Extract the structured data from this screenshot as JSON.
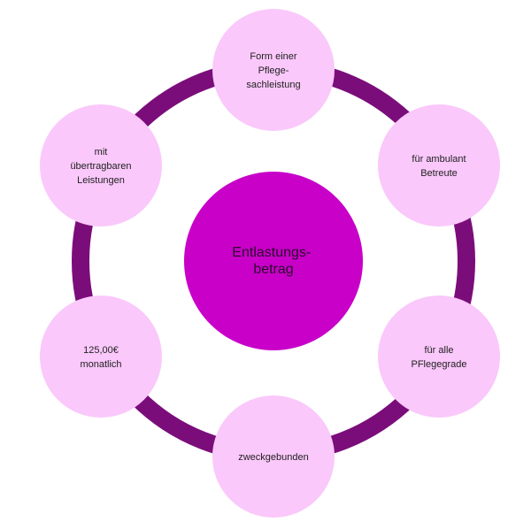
{
  "colors": {
    "ring": "#7b0d7b",
    "satellite_fill": "#fac8fa",
    "center_fill": "#c800c8",
    "background": "#ffffff"
  },
  "center": {
    "lines": [
      "Entlastungs-",
      "betrag"
    ]
  },
  "nodes": [
    {
      "id": "pflegesachleistung",
      "lines": [
        "Form einer",
        "Pflege-",
        "sachleistung"
      ]
    },
    {
      "id": "ambulant",
      "lines": [
        "für ambulant",
        "Betreute"
      ]
    },
    {
      "id": "pflegegrade",
      "lines": [
        "für alle",
        "PFlegegrade"
      ]
    },
    {
      "id": "zweckgebunden",
      "lines": [
        "zweckgebunden"
      ]
    },
    {
      "id": "monatlich",
      "lines": [
        "125,00€",
        "monatlich"
      ]
    },
    {
      "id": "uebertragbar",
      "lines": [
        "mit",
        "übertragbaren",
        "Leistungen"
      ]
    }
  ]
}
